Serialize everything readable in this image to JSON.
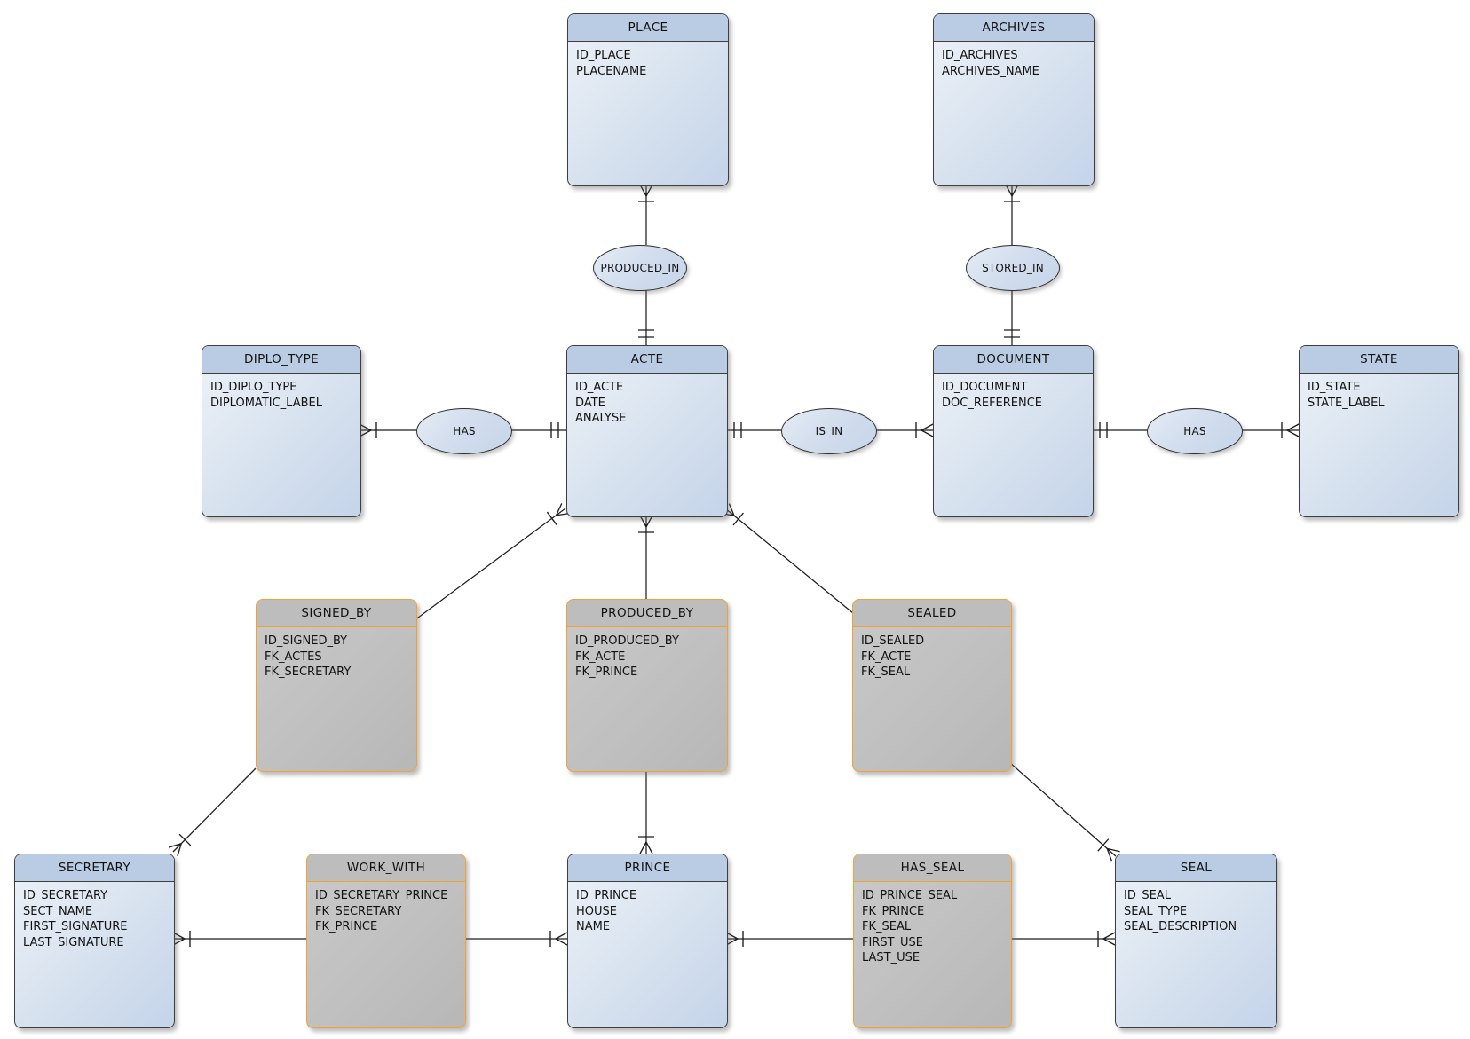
{
  "diagram": {
    "colors": {
      "entity_header": "#b9cce4",
      "entity_fill_start": "#eef2f8",
      "entity_fill_end": "#c4d4e9",
      "entity_border": "#3e3e3e",
      "association_fill": "#bfbfbf",
      "association_border": "#f0a232",
      "connector_line": "#1c1c1c",
      "background": "#ffffff"
    },
    "entities": [
      {
        "id": "place",
        "kind": "entity",
        "title": "PLACE",
        "attributes": [
          "ID_PLACE",
          "PLACENAME"
        ]
      },
      {
        "id": "archives",
        "kind": "entity",
        "title": "ARCHIVES",
        "attributes": [
          "ID_ARCHIVES",
          "ARCHIVES_NAME"
        ]
      },
      {
        "id": "diplo_type",
        "kind": "entity",
        "title": "DIPLO_TYPE",
        "attributes": [
          "ID_DIPLO_TYPE",
          "DIPLOMATIC_LABEL"
        ]
      },
      {
        "id": "acte",
        "kind": "entity",
        "title": "ACTE",
        "attributes": [
          "ID_ACTE",
          "DATE",
          "ANALYSE"
        ]
      },
      {
        "id": "document",
        "kind": "entity",
        "title": "DOCUMENT",
        "attributes": [
          "ID_DOCUMENT",
          "DOC_REFERENCE"
        ]
      },
      {
        "id": "state",
        "kind": "entity",
        "title": "STATE",
        "attributes": [
          "ID_STATE",
          "STATE_LABEL"
        ]
      },
      {
        "id": "signed_by",
        "kind": "association",
        "title": "SIGNED_BY",
        "attributes": [
          "ID_SIGNED_BY",
          "FK_ACTES",
          "FK_SECRETARY"
        ]
      },
      {
        "id": "produced_by",
        "kind": "association",
        "title": "PRODUCED_BY",
        "attributes": [
          "ID_PRODUCED_BY",
          "FK_ACTE",
          "FK_PRINCE"
        ]
      },
      {
        "id": "sealed",
        "kind": "association",
        "title": "SEALED",
        "attributes": [
          "ID_SEALED",
          "FK_ACTE",
          "FK_SEAL"
        ]
      },
      {
        "id": "secretary",
        "kind": "entity",
        "title": "SECRETARY",
        "attributes": [
          "ID_SECRETARY",
          "SECT_NAME",
          "FIRST_SIGNATURE",
          "LAST_SIGNATURE"
        ]
      },
      {
        "id": "work_with",
        "kind": "association",
        "title": "WORK_WITH",
        "attributes": [
          "ID_SECRETARY_PRINCE",
          "FK_SECRETARY",
          "FK_PRINCE"
        ]
      },
      {
        "id": "prince",
        "kind": "entity",
        "title": "PRINCE",
        "attributes": [
          "ID_PRINCE",
          "HOUSE",
          "NAME"
        ]
      },
      {
        "id": "has_seal",
        "kind": "association",
        "title": "HAS_SEAL",
        "attributes": [
          "ID_PRINCE_SEAL",
          "FK_PRINCE",
          "FK_SEAL",
          "FIRST_USE",
          "LAST_USE"
        ]
      },
      {
        "id": "seal",
        "kind": "entity",
        "title": "SEAL",
        "attributes": [
          "ID_SEAL",
          "SEAL_TYPE",
          "SEAL_DESCRIPTION"
        ]
      }
    ],
    "relationships": [
      {
        "id": "produced_in",
        "label": "PRODUCED_IN",
        "between": [
          "place",
          "acte"
        ]
      },
      {
        "id": "stored_in",
        "label": "STORED_IN",
        "between": [
          "archives",
          "document"
        ]
      },
      {
        "id": "has_diplo",
        "label": "HAS",
        "between": [
          "diplo_type",
          "acte"
        ]
      },
      {
        "id": "is_in",
        "label": "IS_IN",
        "between": [
          "acte",
          "document"
        ]
      },
      {
        "id": "has_state",
        "label": "HAS",
        "between": [
          "document",
          "state"
        ]
      }
    ],
    "connections": [
      {
        "from": "place",
        "to": "produced_in_to_acte",
        "marker_at_place": "many-crow-foot-tick",
        "marker_at_acte": "one-and-only-one"
      },
      {
        "from": "archives",
        "to": "stored_in_to_document",
        "marker_at_archives": "many-crow-foot-tick",
        "marker_at_document": "one-and-only-one"
      },
      {
        "from": "diplo_type",
        "to": "has_to_acte",
        "marker_at_diplo_type": "many-crow-foot-tick",
        "marker_at_acte": "one-and-only-one"
      },
      {
        "from": "acte",
        "to": "is_in_to_document",
        "marker_at_acte": "one-and-only-one",
        "marker_at_document": "many-crow-foot-tick"
      },
      {
        "from": "document",
        "to": "has_to_state",
        "marker_at_document": "one-and-only-one",
        "marker_at_state": "many-crow-foot-tick"
      },
      {
        "from": "acte",
        "to": "produced_by",
        "marker_at_acte": "many-crow-foot-tick",
        "marker_at_produced_by": "none"
      },
      {
        "from": "produced_by",
        "to": "prince",
        "marker_at_produced_by": "none",
        "marker_at_prince": "many-crow-foot-tick"
      },
      {
        "from": "acte",
        "to": "signed_by",
        "marker_at_acte": "many-crow-foot-tick",
        "marker_at_signed_by": "none"
      },
      {
        "from": "signed_by",
        "to": "secretary",
        "marker_at_signed_by": "none",
        "marker_at_secretary": "many-crow-foot-tick"
      },
      {
        "from": "acte",
        "to": "sealed",
        "marker_at_acte": "many-crow-foot-tick",
        "marker_at_sealed": "none"
      },
      {
        "from": "sealed",
        "to": "seal",
        "marker_at_sealed": "none",
        "marker_at_seal": "many-crow-foot-tick"
      },
      {
        "from": "secretary",
        "to": "work_with",
        "marker_at_secretary": "many-crow-foot-tick",
        "marker_at_work_with": "none"
      },
      {
        "from": "work_with",
        "to": "prince",
        "marker_at_work_with": "none",
        "marker_at_prince": "many-crow-foot-tick"
      },
      {
        "from": "prince",
        "to": "has_seal",
        "marker_at_prince": "many-crow-foot-tick",
        "marker_at_has_seal": "none"
      },
      {
        "from": "has_seal",
        "to": "seal",
        "marker_at_has_seal": "none",
        "marker_at_seal": "many-crow-foot-tick"
      }
    ]
  }
}
